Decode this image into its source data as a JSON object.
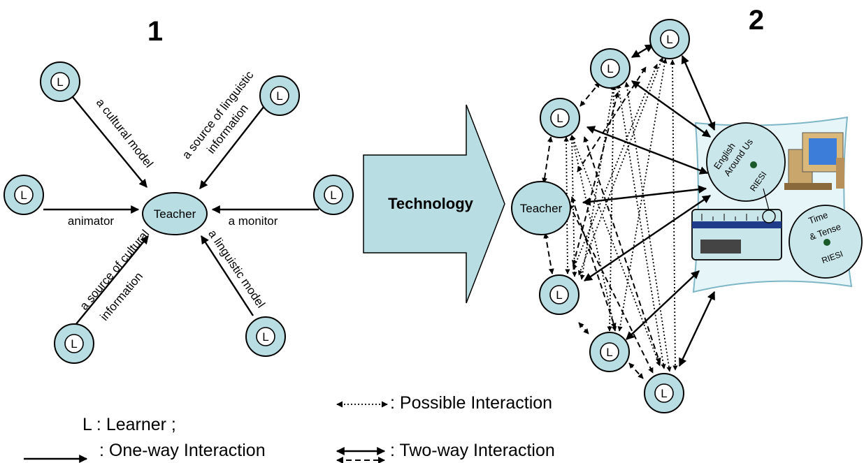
{
  "panel1": {
    "number": "1",
    "learner_label": "L",
    "teacher_label": "Teacher",
    "roles": {
      "cultural_model": "a cultural model",
      "source_linguistic_line1": "a source of linguistic",
      "source_linguistic_line2": "information",
      "animator": "animator",
      "monitor": "a monitor",
      "source_cultural_line1": "a source of cultural",
      "source_cultural_line2": "information",
      "linguistic_model": "a linguistic model"
    }
  },
  "arrow": {
    "label": "Technology"
  },
  "panel2": {
    "number": "2",
    "learner_label": "L",
    "teacher_label": "Teacher",
    "cd1": {
      "line1": "English",
      "line2": "Around Us",
      "brand": "RIESI"
    },
    "cd2": {
      "line1": "Time",
      "line2": "& Tense",
      "brand": "RIESI"
    }
  },
  "legend": {
    "learner": "L : Learner ;",
    "one_way": ": One-way Interaction",
    "possible": ": Possible Interaction",
    "two_way": ": Two-way Interaction"
  },
  "colors": {
    "node_fill": "#b8dde2",
    "arrow_fill": "#b8dde2",
    "panel_fill": "#e6f6f8"
  }
}
